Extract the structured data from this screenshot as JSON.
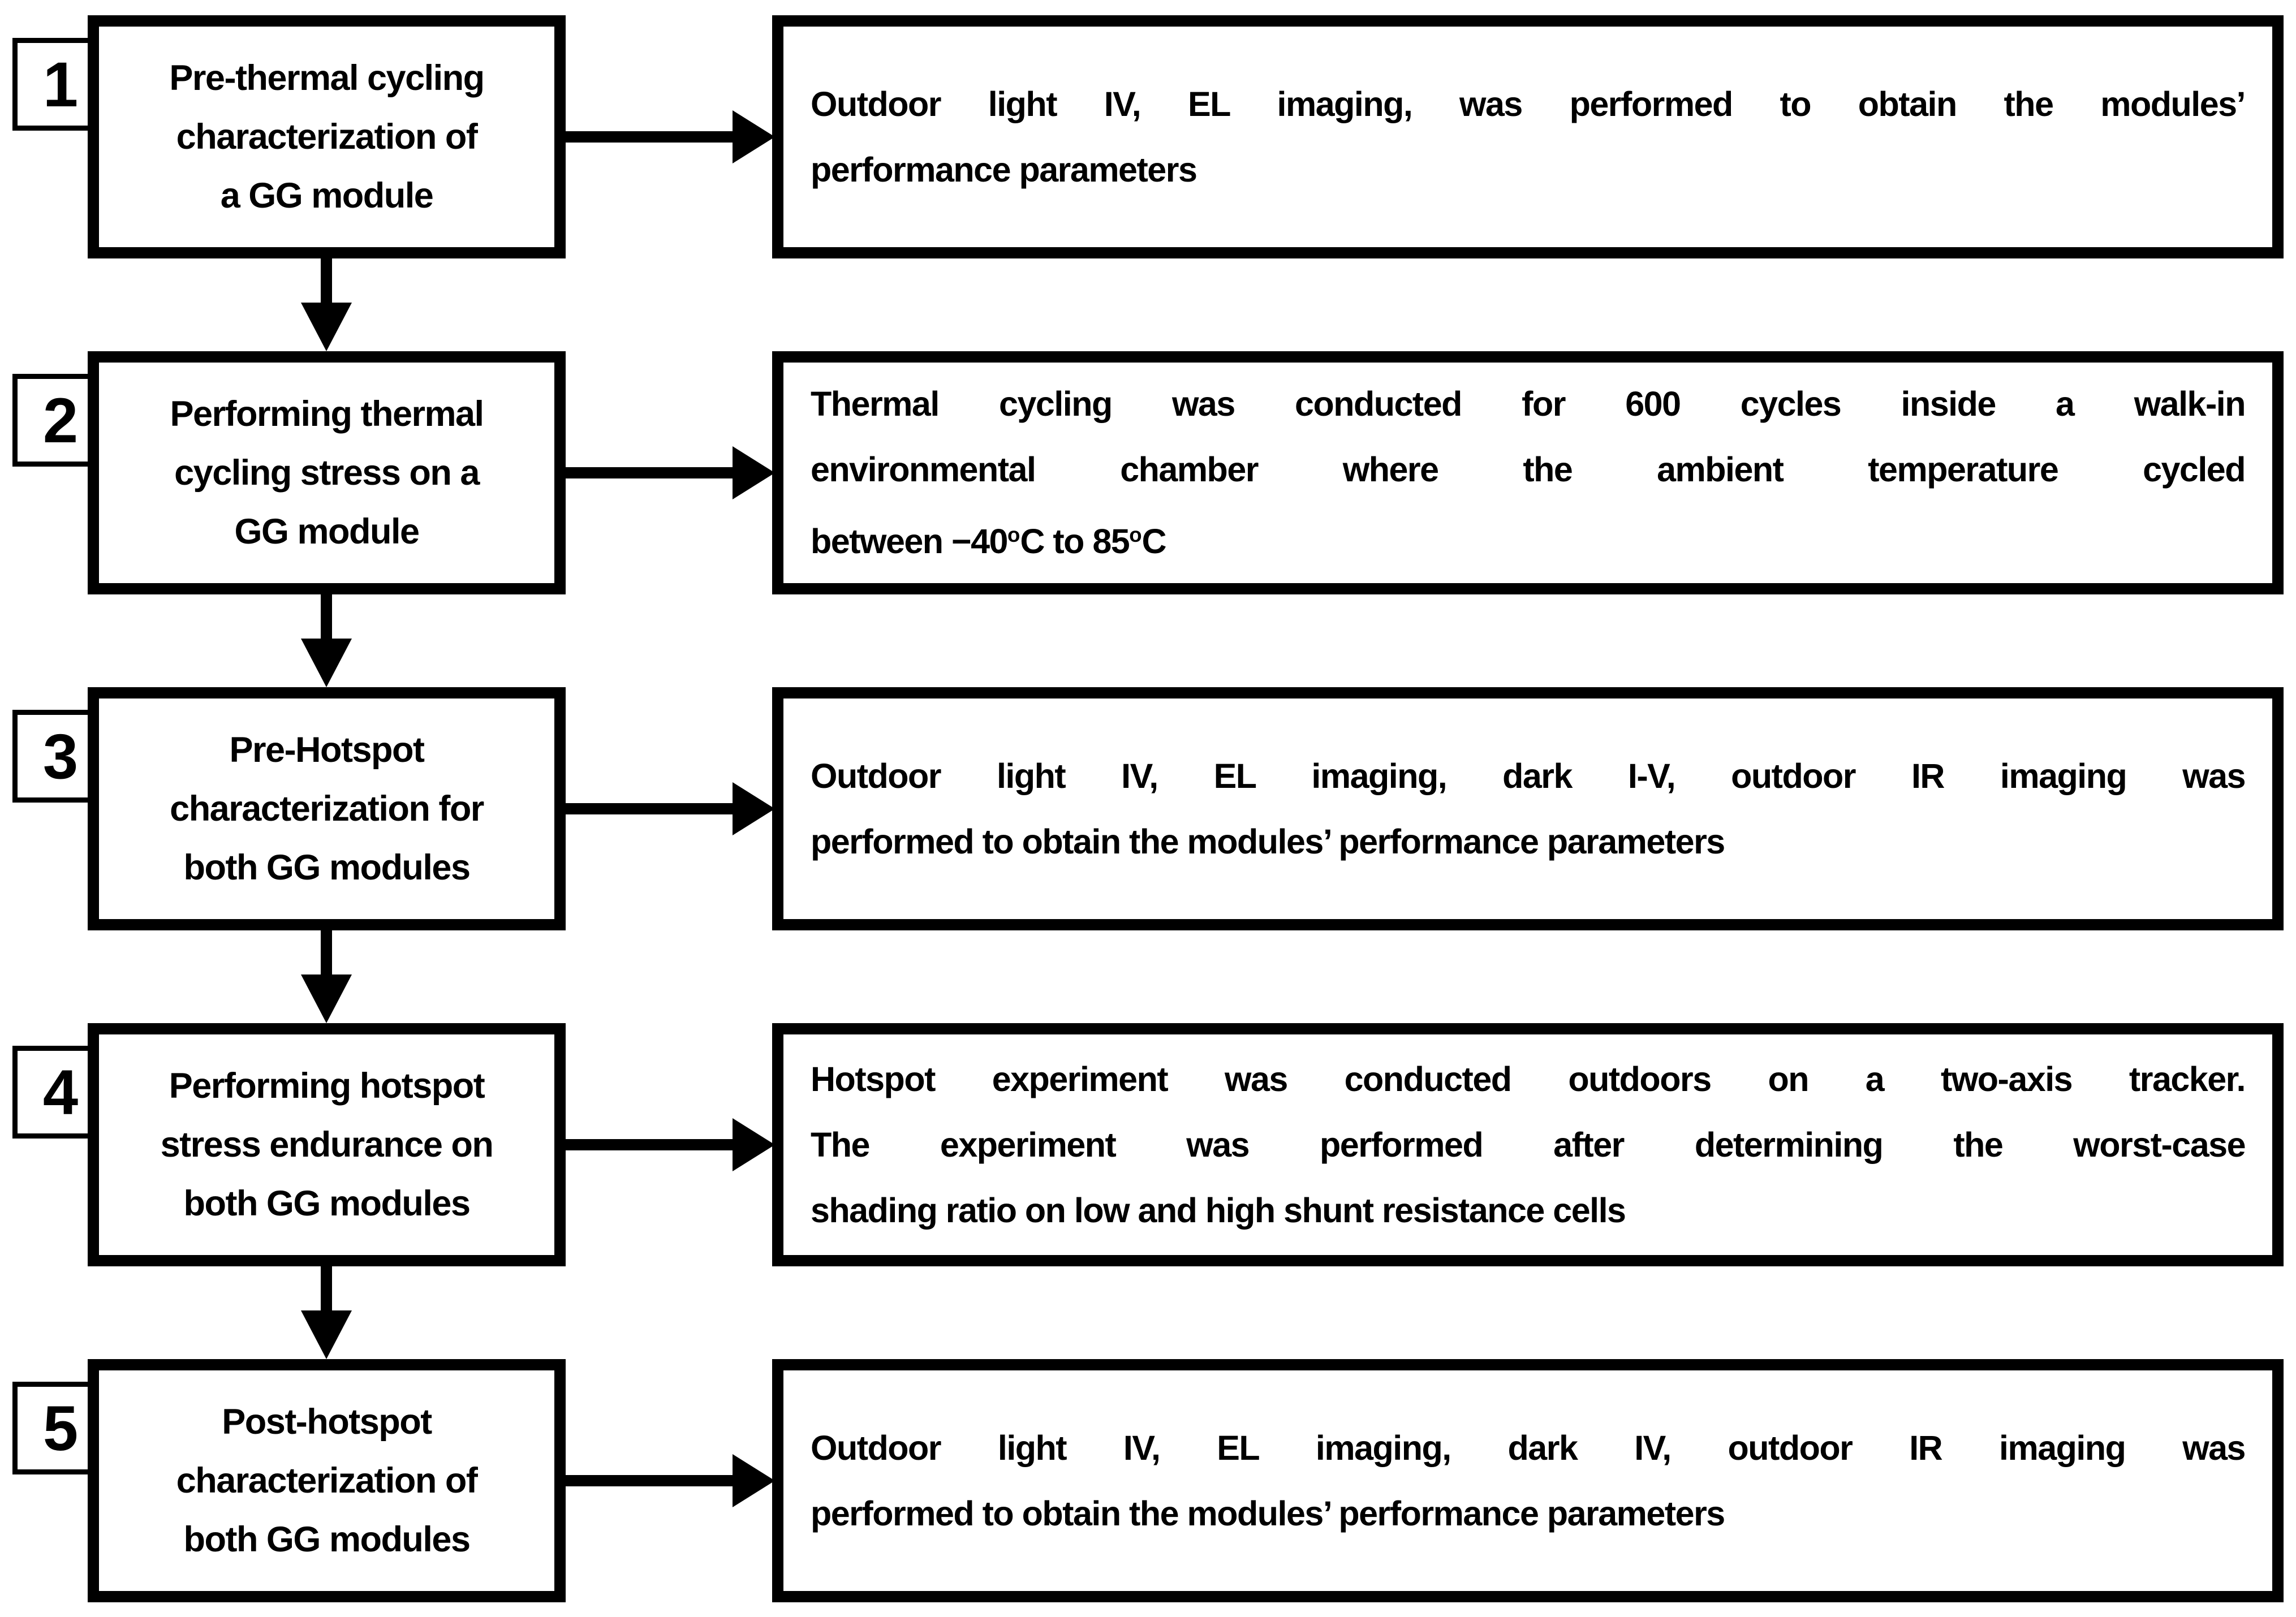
{
  "figure": {
    "paper": "#ffffff",
    "ink": "#000000"
  },
  "steps": [
    {
      "number": "1",
      "left_lines": [
        "Pre-thermal cycling",
        "characterization of",
        "a GG module"
      ],
      "right_lines": [
        "Outdoor light IV, EL imaging, was performed to obtain the modules’",
        "performance parameters"
      ]
    },
    {
      "number": "2",
      "left_lines": [
        "Performing thermal",
        "cycling stress on a",
        "GG module"
      ],
      "right_lines": [
        "Thermal cycling was conducted for 600 cycles inside a walk-in",
        "environmental chamber where the ambient temperature cycled"
      ],
      "temp_line": {
        "pre": "between −40",
        "sup1": "o",
        "mid": "C to 85",
        "sup2": "o",
        "end": "C"
      }
    },
    {
      "number": "3",
      "left_lines": [
        "Pre-Hotspot",
        "characterization for",
        "both GG modules"
      ],
      "right_lines": [
        "Outdoor light IV, EL imaging, dark I-V, outdoor IR imaging was",
        "performed to obtain the modules’ performance parameters"
      ]
    },
    {
      "number": "4",
      "left_lines": [
        "Performing hotspot",
        "stress endurance on",
        "both GG modules"
      ],
      "right_lines": [
        "Hotspot experiment was conducted outdoors on a two-axis tracker.",
        "The experiment was performed after determining the worst-case",
        "shading ratio on low and high shunt resistance cells"
      ]
    },
    {
      "number": "5",
      "left_lines": [
        "Post-hotspot",
        "characterization of",
        "both GG modules"
      ],
      "right_lines": [
        "Outdoor light IV, EL imaging, dark IV, outdoor IR imaging was",
        "performed to obtain the modules’ performance parameters"
      ]
    }
  ]
}
